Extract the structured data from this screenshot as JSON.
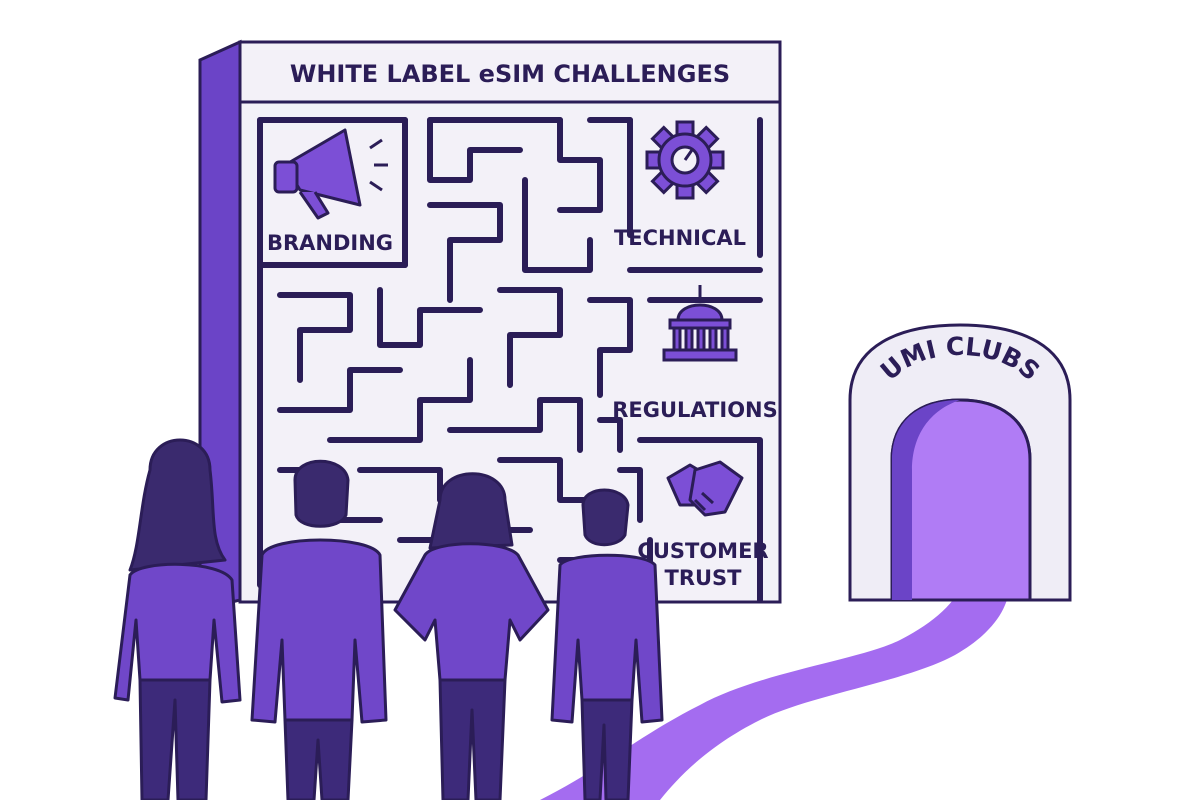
{
  "board": {
    "title": "WHITE LABEL eSIM CHALLENGES",
    "labels": {
      "branding": "BRANDING",
      "technical": "TECHNICAL",
      "regulations": "REGULATIONS",
      "customer_line1": "CUSTOMER",
      "customer_line2": "TRUST"
    },
    "icons": [
      "megaphone-icon",
      "gear-icon",
      "capitol-building-icon",
      "handshake-icon"
    ]
  },
  "arch": {
    "label": "UMI CLUBS"
  },
  "colors": {
    "outline": "#2b1d57",
    "board_face": "#f3f1f8",
    "board_side": "#6b44c7",
    "maze_line": "#2b1d57",
    "icon_fill": "#7c4fd6",
    "path": "#a46cf0",
    "arch_face": "#efedf6",
    "arch_inner": "#b07cf5",
    "people_top": "#7047c9",
    "people_pants": "#3d2a7a",
    "hair": "#3a2a6e"
  },
  "people_count": 4
}
